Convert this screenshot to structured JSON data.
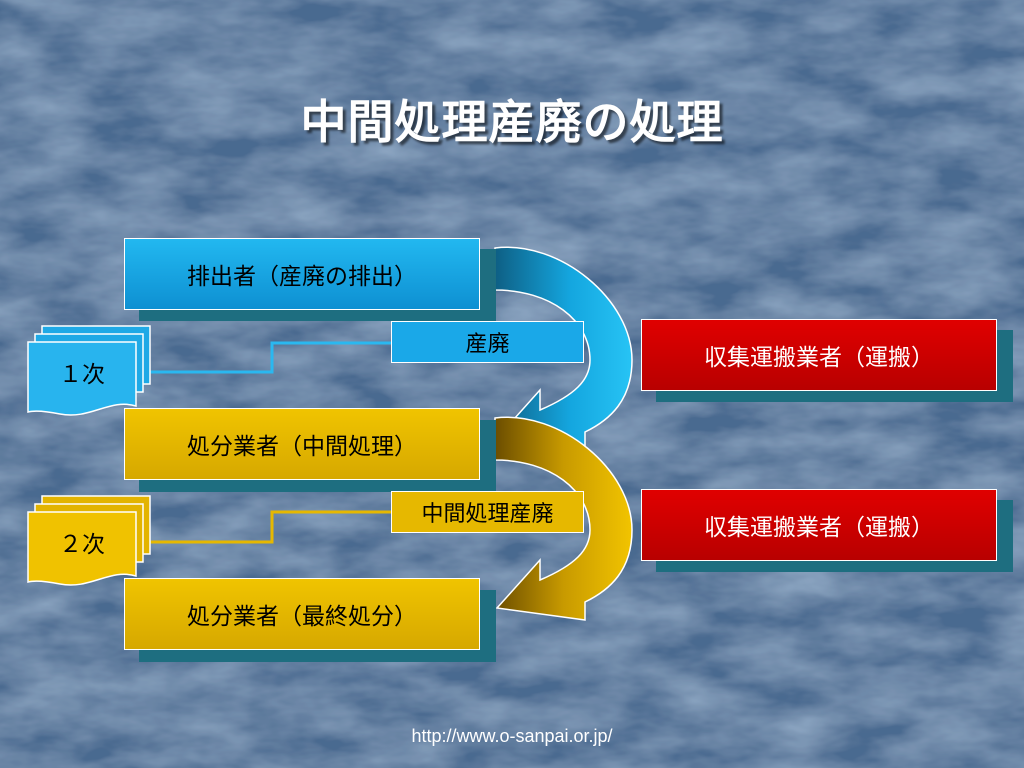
{
  "title": "中間処理産廃の処理",
  "source_url": "http://www.o-sanpai.or.jp/",
  "colors": {
    "background": "#4a6a90",
    "cyan_box": "#1aa8e8",
    "gold_box": "#e6b800",
    "red_box": "#d40000",
    "teal_shadow": "#1f6f82"
  },
  "boxes": {
    "emitter": "排出者（産廃の排出）",
    "waste_tag": "産廃",
    "processor_intermediate": "処分業者（中間処理）",
    "intermediate_waste_tag": "中間処理産廃",
    "processor_final": "処分業者（最終処分）",
    "transporter_1": "収集運搬業者（運搬）",
    "transporter_2": "収集運搬業者（運搬）"
  },
  "documents": {
    "first": "１次",
    "second": "２次"
  }
}
